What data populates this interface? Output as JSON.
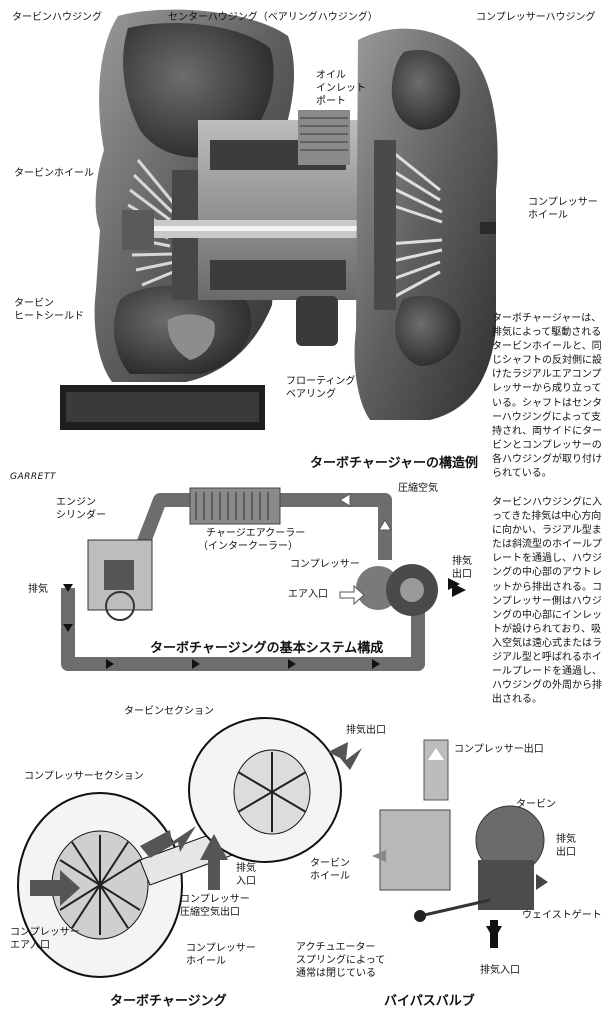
{
  "labels": {
    "turbine_housing": "タービンハウジング",
    "center_housing": "センターハウジング（ベアリングハウジング）",
    "compressor_housing": "コンプレッサーハウジング",
    "oil_inlet_port": [
      "オイル",
      "インレット",
      "ポート"
    ],
    "turbine_wheel": "タービンホイール",
    "compressor_wheel": [
      "コンプレッサー",
      "ホイール"
    ],
    "turbine_heat_shield": [
      "タービン",
      "ヒートシールド"
    ],
    "floating_bearing": [
      "フローティング",
      "ベアリング"
    ]
  },
  "section_captions": {
    "structure": "ターボチャージャーの構造例",
    "system": "ターボチャージングの基本システム構成",
    "turbocharging": "ターボチャージング",
    "bypass_valve": "バイパスバルブ"
  },
  "credit": "GARRETT",
  "paragraphs": {
    "p1": "ターボチャージャーは、排気によって駆動されるタービンホイールと、同じシャフトの反対側に設けたラジアルエアコンプレッサーから成り立っている。シャフトはセンターハウジングによって支持され、両サイドにタービンとコンプレッサーの各ハウジングが取り付けられている。",
    "p2": "タービンハウジングに入ってきた排気は中心方向に向かい、ラジアル型または斜流型のホイールプレートを通過し、ハウジングの中心部のアウトレットから排出される。コンプレッサー側はハウジングの中心部にインレットが設けられており、吸入空気は遠心式またはラジアル型と呼ばれるホイールプレードを通過し、ハウジングの外周から排出される。"
  },
  "system_labels": {
    "engine_cylinder": [
      "エンジン",
      "シリンダー"
    ],
    "charge_air_cooler": [
      "チャージエアクーラー",
      "（インタークーラー）"
    ],
    "compressed_air": "圧縮空気",
    "compressor": "コンプレッサー",
    "exhaust_outlet": [
      "排気",
      "出口"
    ],
    "exhaust": "排気",
    "air_inlet": "エア入口"
  },
  "turbo_labels": {
    "turbine_section": "タービンセクション",
    "exhaust_outlet": "排気出口",
    "compressor_section": "コンプレッサーセクション",
    "exhaust_inlet": [
      "排気",
      "入口"
    ],
    "turbine_wheel": [
      "タービン",
      "ホイール"
    ],
    "compressor_air_outlet": [
      "コンプレッサー",
      "圧縮空気出口"
    ],
    "compressor_air_inlet": [
      "コンプレッサー",
      "エア入口"
    ],
    "compressor_wheel": [
      "コンプレッサー",
      "ホイール"
    ]
  },
  "bypass_labels": {
    "compressor_outlet": "コンプレッサー出口",
    "turbine": "タービン",
    "exhaust_outlet": [
      "排気",
      "出口"
    ],
    "wastegate": "ウェイストゲート",
    "actuator": [
      "アクチュエーター",
      "スプリングによって",
      "通常は閉じている"
    ],
    "exhaust_inlet": "排気入口"
  }
}
